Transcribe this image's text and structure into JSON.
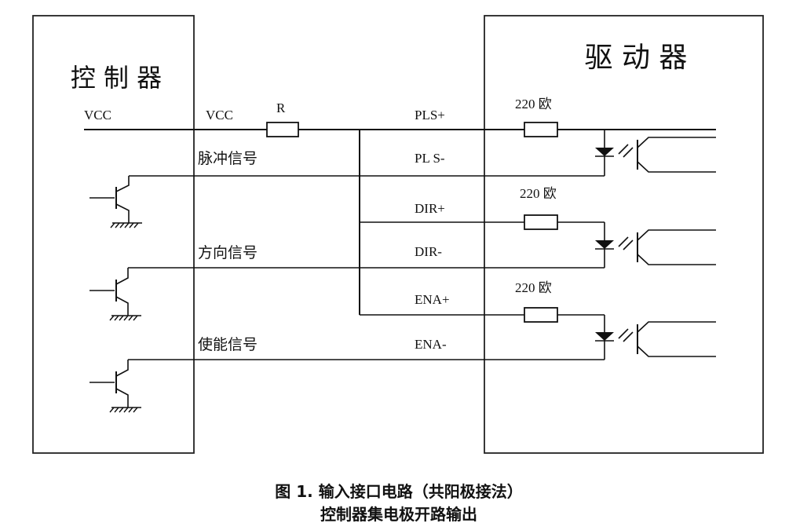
{
  "controller": {
    "title": "控 制 器",
    "vcc_label": "VCC"
  },
  "driver": {
    "title": "驱 动 器"
  },
  "bus": {
    "vcc_label": "VCC",
    "resistor_label": "R"
  },
  "signals": [
    {
      "name": "脉冲信号",
      "plus": "PLS+",
      "minus": "PL S-",
      "resistor": "220 欧"
    },
    {
      "name": "方向信号",
      "plus": "DIR+",
      "minus": "DIR-",
      "resistor": "220 欧"
    },
    {
      "name": "使能信号",
      "plus": "ENA+",
      "minus": "ENA-",
      "resistor": "220 欧"
    }
  ],
  "caption": {
    "line1": "图 1.  输入接口电路（共阳极接法）",
    "line2": "控制器集电极开路输出"
  }
}
